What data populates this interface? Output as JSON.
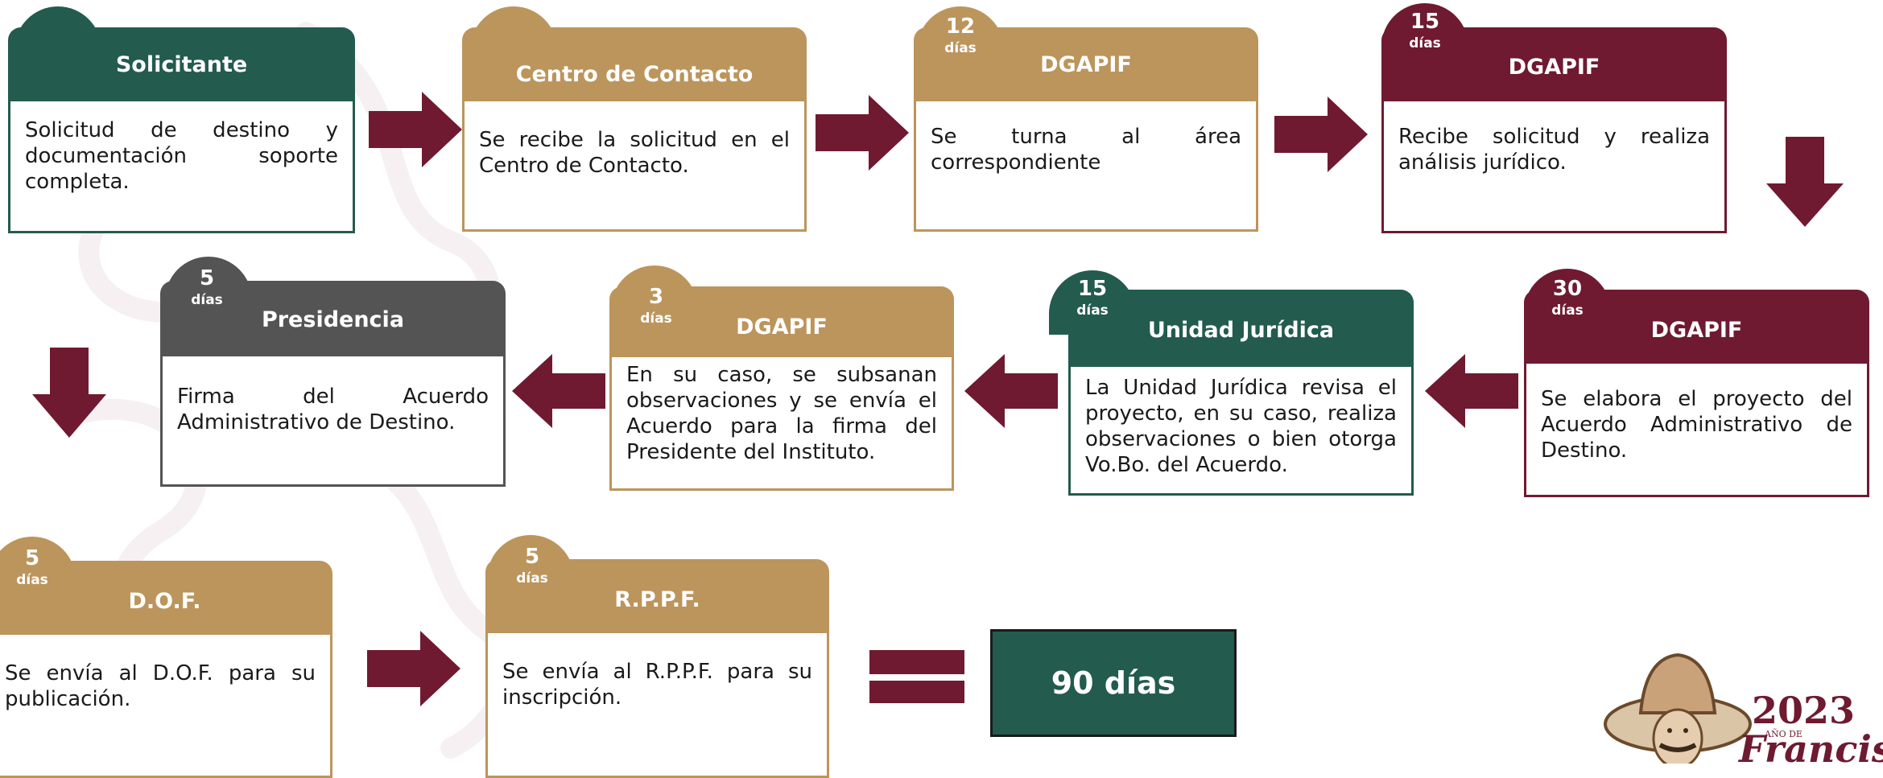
{
  "colors": {
    "green": "#235B4E",
    "gold": "#BC955C",
    "maroon": "#6F1A31",
    "gray": "#545454"
  },
  "steps": [
    {
      "title": "Solicitante",
      "text": "Solicitud de destino y documentación soporte completa."
    },
    {
      "title": "Centro de Contacto",
      "text": "Se recibe la solicitud en el Centro de Contacto."
    },
    {
      "days": "12",
      "days_label": "días",
      "title": "DGAPIF",
      "text": "Se turna al área correspondiente"
    },
    {
      "days": "15",
      "days_label": "días",
      "title": "DGAPIF",
      "text": "Recibe solicitud y realiza análisis jurídico."
    },
    {
      "days": "30",
      "days_label": "días",
      "title": "DGAPIF",
      "text": "Se elabora el proyecto del Acuerdo Administrativo de Destino."
    },
    {
      "days": "15",
      "days_label": "días",
      "title": "Unidad Jurídica",
      "text": "La Unidad Jurídica revisa el proyecto, en su caso, realiza observaciones o bien otorga Vo.Bo. del Acuerdo."
    },
    {
      "days": "3",
      "days_label": "días",
      "title": "DGAPIF",
      "text": "En su caso, se subsanan observaciones y se envía el Acuerdo para la firma del Presidente del Instituto."
    },
    {
      "days": "5",
      "days_label": "días",
      "title": "Presidencia",
      "text": "Firma del Acuerdo Administrativo de Destino."
    },
    {
      "days": "5",
      "days_label": "días",
      "title": "D.O.F.",
      "text": "Se envía al D.O.F. para su publicación."
    },
    {
      "days": "5",
      "days_label": "días",
      "title": "R.P.P.F.",
      "text": "Se envía al R.P.P.F. para su inscripción."
    }
  ],
  "total": "90 días",
  "logo": {
    "year": "2023",
    "small": "AÑO DE",
    "name": "Francisco"
  }
}
